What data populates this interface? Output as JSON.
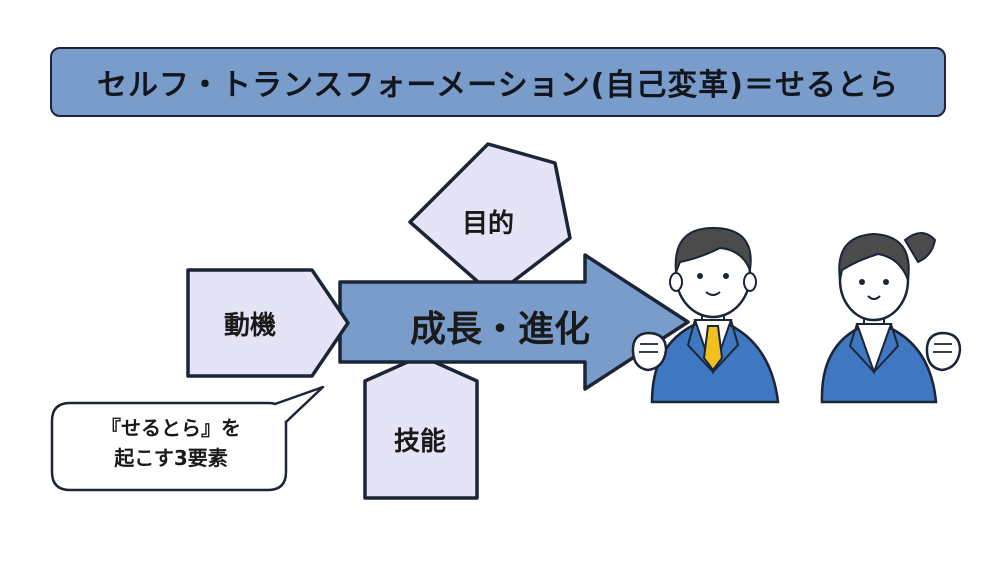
{
  "title": "セルフ・トランスフォーメーション(自己変革)＝せるとら",
  "center_arrow": {
    "label": "成長・進化"
  },
  "elements": {
    "motive": "動機",
    "purpose": "目的",
    "skill": "技能"
  },
  "callout": {
    "line1": "『せるとら』を",
    "line2": "起こす3要素"
  },
  "colors": {
    "title_fill": "#7a9ccb",
    "arrow_fill": "#7a9ccb",
    "shape_fill": "#e4e4f6",
    "outline": "#1b2536",
    "suit": "#3f78c0",
    "tie": "#f0c020",
    "hair": "#4b4b4b"
  },
  "icons": [
    "businessman-fist-icon",
    "businesswoman-fist-icon"
  ]
}
